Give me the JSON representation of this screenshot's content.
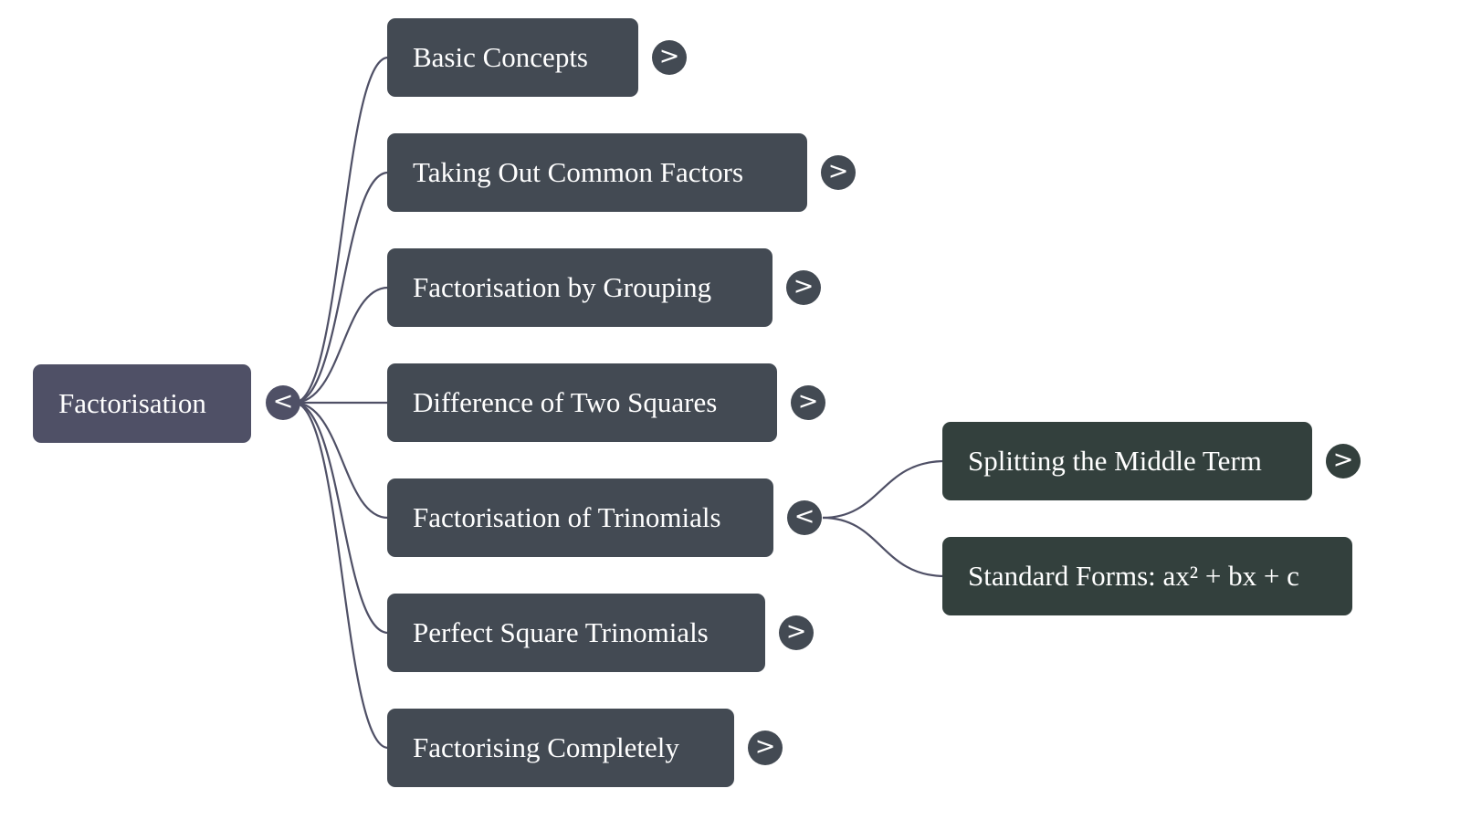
{
  "colors": {
    "root_fill": "#4f5066",
    "level1_fill": "#434a53",
    "level2_fill": "#33403d",
    "edge_stroke": "#4f5066",
    "text": "#ffffff"
  },
  "root": {
    "label": "Factorisation",
    "toggle": "<",
    "toggle_icon": "collapse-chevron-left-icon"
  },
  "children": [
    {
      "label": "Basic Concepts",
      "toggle": ">",
      "expanded": false
    },
    {
      "label": "Taking Out Common Factors",
      "toggle": ">",
      "expanded": false
    },
    {
      "label": "Factorisation by Grouping",
      "toggle": ">",
      "expanded": false
    },
    {
      "label": "Difference of Two Squares",
      "toggle": ">",
      "expanded": false
    },
    {
      "label": "Factorisation of Trinomials",
      "toggle": "<",
      "expanded": true,
      "children": [
        {
          "label": "Splitting the Middle Term",
          "toggle": ">",
          "expanded": false
        },
        {
          "label": "Standard Forms: ax² + bx + c"
        }
      ]
    },
    {
      "label": "Perfect Square Trinomials",
      "toggle": ">",
      "expanded": false
    },
    {
      "label": "Factorising Completely",
      "toggle": ">",
      "expanded": false
    }
  ]
}
